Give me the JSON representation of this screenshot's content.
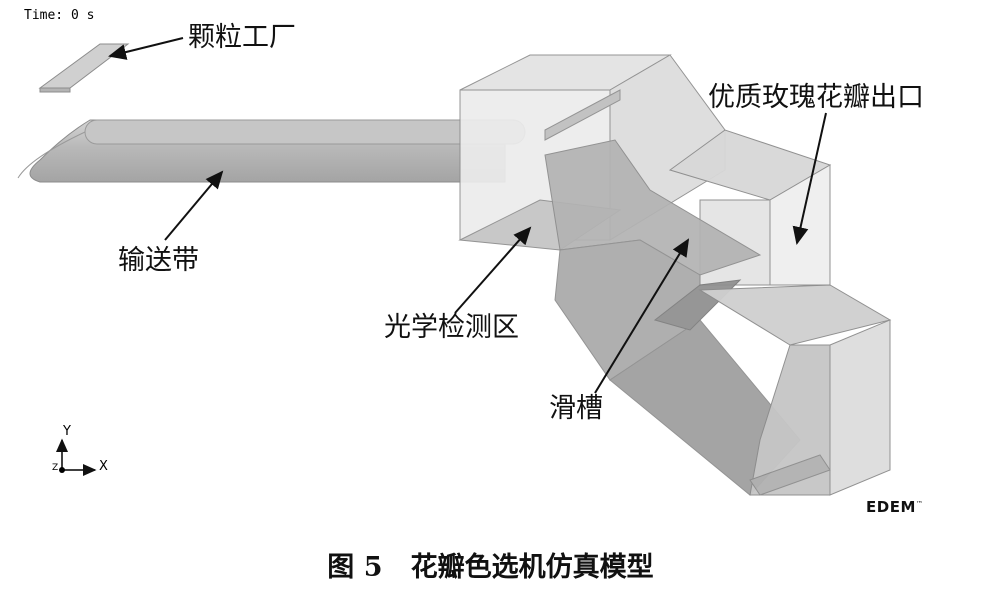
{
  "viewer": {
    "time_readout": "Time: 0 s",
    "axis": {
      "y": "Y",
      "x": "X",
      "z": "Z"
    },
    "logo": {
      "text": "EDEM",
      "tm": "™"
    }
  },
  "callouts": {
    "particle_factory": "颗粒工厂",
    "conveyor_belt": "输送带",
    "optical_detection_zone": "光学检测区",
    "chute": "滑槽",
    "quality_petal_outlet": "优质玫瑰花瓣出口"
  },
  "caption": "图 5   花瓣色选机仿真模型",
  "colors": {
    "surface_light": "#e6e6e6",
    "surface_mid": "#cfcfcf",
    "surface_dark": "#a9a9a9",
    "edge": "#8a8a8a"
  }
}
